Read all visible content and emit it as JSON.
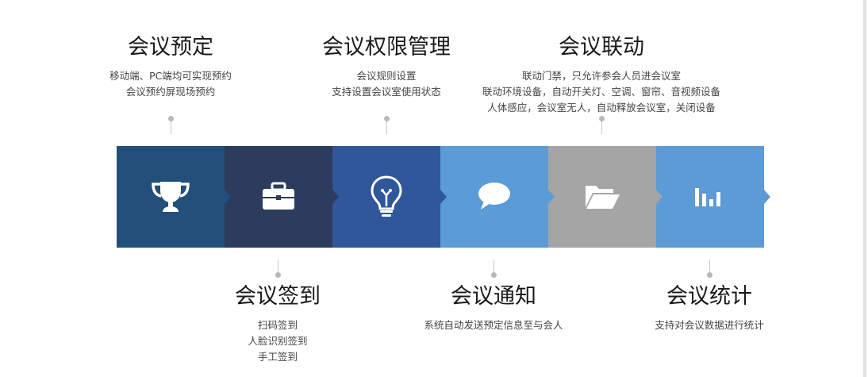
{
  "features": [
    {
      "id": "booking",
      "title": "会议预定",
      "lines": [
        "移动端、PC端均可实现预约",
        "会议预约屏现场预约"
      ]
    },
    {
      "id": "signin",
      "title": "会议签到",
      "lines": [
        "扫码签到",
        "人脸识别签到",
        "手工签到"
      ]
    },
    {
      "id": "permission",
      "title": "会议权限管理",
      "lines": [
        "会议规则设置",
        "支持设置会议室使用状态"
      ]
    },
    {
      "id": "notify",
      "title": "会议通知",
      "lines": [
        "系统自动发送预定信息至与会人"
      ]
    },
    {
      "id": "linkage",
      "title": "会议联动",
      "lines": [
        "联动门禁，只允许参会人员进会议室",
        "联动环境设备，自动开关灯、空调、窗帘、音视频设备",
        "人体感应，会议室无人，自动释放会议室，关闭设备"
      ]
    },
    {
      "id": "stats",
      "title": "会议统计",
      "lines": [
        "支持对会议数据进行统计"
      ]
    }
  ],
  "segments": [
    {
      "icon": "trophy-icon",
      "color": "#22507a"
    },
    {
      "icon": "briefcase-icon",
      "color": "#2c3c5c"
    },
    {
      "icon": "lightbulb-icon",
      "color": "#30579a"
    },
    {
      "icon": "chat-bubble-icon",
      "color": "#5b9bd6"
    },
    {
      "icon": "folder-open-icon",
      "color": "#a5a5a5"
    },
    {
      "icon": "bar-chart-icon",
      "color": "#5c9bd5"
    }
  ]
}
